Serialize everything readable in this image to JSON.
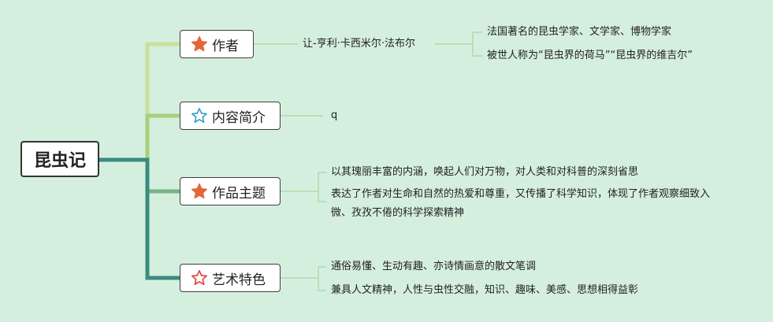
{
  "root": {
    "label": "昆虫记"
  },
  "branches": [
    {
      "label": "作者",
      "star_color": "#e2663a",
      "star_fill": true,
      "sub": "让-亨利·卡西米尔·法布尔",
      "details": [
        "法国著名的昆虫学家、文学家、博物学家",
        "被世人称为“昆虫界的荷马”“昆虫界的维吉尔”"
      ]
    },
    {
      "label": "内容简介",
      "star_color": "#3a9fd0",
      "star_fill": false,
      "details": [
        "q"
      ]
    },
    {
      "label": "作品主题",
      "star_color": "#e2663a",
      "star_fill": true,
      "details": [
        "以其瑰丽丰富的内涵，唤起人们对万物，对人类和对科普的深刻省思",
        "表达了作者对生命和自然的热爱和尊重，又传播了科学知识，体现了作者观察细致入微、孜孜不倦的科学探索精神"
      ]
    },
    {
      "label": "艺术特色",
      "star_color": "#e0443c",
      "star_fill": false,
      "details": [
        "通俗易懂、生动有趣、亦诗情画意的散文笔调",
        "兼具人文精神，人性与虫性交融，知识、趣味、美感、思想相得益彰"
      ]
    }
  ],
  "colors": {
    "background": "#d5efdf",
    "connector_1": "#c6e29a",
    "connector_2": "#a9cf7c",
    "connector_3": "#79b383",
    "connector_4": "#3a8c7f",
    "thin_line": "#a9d79a"
  }
}
